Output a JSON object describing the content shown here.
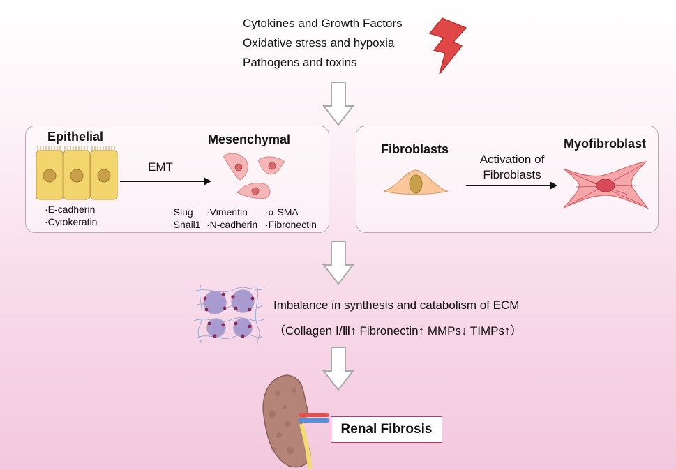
{
  "triggers": [
    "Cytokines and Growth Factors",
    "Oxidative stress and hypoxia",
    "Pathogens and toxins"
  ],
  "emt_panel": {
    "epithelial_label": "Epithelial",
    "mesenchymal_label": "Mesenchymal",
    "arrow_label": "EMT",
    "epithelial_markers": [
      "·E-cadherin",
      "·Cytokeratin"
    ],
    "mesenchymal_markers": [
      [
        "·Slug",
        "·Vimentin",
        "·α-SMA"
      ],
      [
        "·Snail1",
        "·N-cadherin",
        "·Fibronectin"
      ]
    ]
  },
  "fibro_panel": {
    "fibroblasts_label": "Fibroblasts",
    "myofibroblast_label": "Myofibroblast",
    "arrow_label_lines": [
      "Activation of",
      "Fibroblasts"
    ]
  },
  "ecm": {
    "line1": "Imbalance in synthesis and catabolism of ECM",
    "line2": "（Collagen Ⅰ/Ⅲ↑ Fibronectin↑ MMPs↓ TIMPs↑）"
  },
  "outcome": "Renal Fibrosis",
  "colors": {
    "bolt": "#e04848",
    "epithelial_cell": "#f3d56e",
    "nucleus": "#c9a04a",
    "mesenchymal_cell": "#f4b6b6",
    "fibroblast": "#f9c79a",
    "myofibroblast": "#e9787e",
    "kidney": "#b48478",
    "renal_box_border": "#c0306a"
  },
  "icons": [
    "lightning-bolt-icon",
    "down-arrow-icon",
    "epithelial-cells-icon",
    "mesenchymal-cells-icon",
    "fibroblast-icon",
    "myofibroblast-icon",
    "ecm-tissue-icon",
    "kidney-icon"
  ]
}
